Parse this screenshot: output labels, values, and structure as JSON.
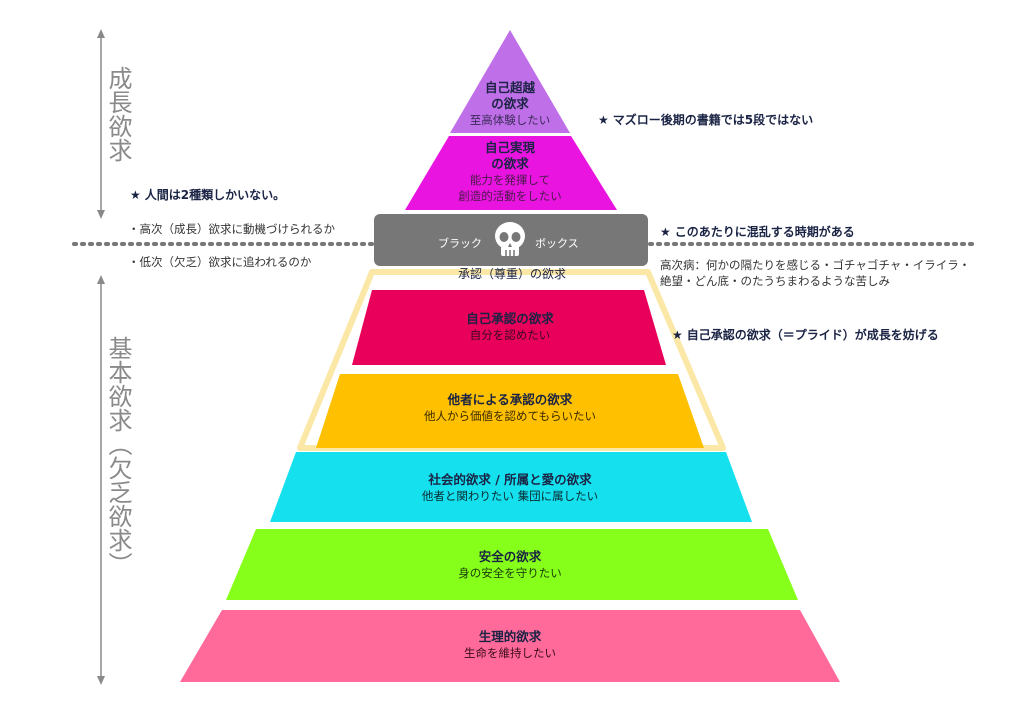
{
  "side_labels": {
    "growth": "成長欲求",
    "basic": "基本欲求（欠乏欲求）"
  },
  "levels": [
    {
      "id": "self-transcendence",
      "title": "自己超越",
      "title2": "の欲求",
      "desc": "至高体験したい",
      "desc2": "",
      "color": "#bf6fe8",
      "text_color": "#1a2344",
      "desc_color": "#3b2a5a"
    },
    {
      "id": "self-actualization",
      "title": "自己実現",
      "title2": "の欲求",
      "desc": "能力を発揮して",
      "desc2": "創造的活動をしたい",
      "color": "#ea14e0",
      "text_color": "#1a2344",
      "desc_color": "#4a1a4a"
    },
    {
      "id": "self-esteem",
      "title": "自己承認の欲求",
      "title2": "",
      "desc": "自分を認めたい",
      "desc2": "",
      "color": "#e8005a",
      "text_color": "#1a2344",
      "desc_color": "#3a0a1e"
    },
    {
      "id": "other-esteem",
      "title": "他者による承認の欲求",
      "title2": "",
      "desc": "他人から価値を認めてもらいたい",
      "desc2": "",
      "color": "#ffc000",
      "text_color": "#1a2344",
      "desc_color": "#3a2a00"
    },
    {
      "id": "social",
      "title": "社会的欲求 / 所属と愛の欲求",
      "title2": "",
      "desc": "他者と関わりたい 集団に属したい",
      "desc2": "",
      "color": "#15e0ee",
      "text_color": "#1a2344",
      "desc_color": "#0a2a30"
    },
    {
      "id": "safety",
      "title": "安全の欲求",
      "title2": "",
      "desc": "身の安全を守りたい",
      "desc2": "",
      "color": "#86ff1a",
      "text_color": "#1a2344",
      "desc_color": "#1a3a0a"
    },
    {
      "id": "physiological",
      "title": "生理的欲求",
      "title2": "",
      "desc": "生命を維持したい",
      "desc2": "",
      "color": "#ff6a9a",
      "text_color": "#1a2344",
      "desc_color": "#3a0a1a"
    }
  ],
  "esteem_group_label": "承認（尊重）の欲求",
  "black_box": {
    "left": "ブラック",
    "right": "ボックス",
    "icon": "skull-icon",
    "color": "#777777"
  },
  "notes": {
    "maslow_late": "マズロー後期の書籍では5段ではない",
    "two_types": "人間は2種類しかいない。",
    "higher": "・高次（成長）欲求に動機づけられるか",
    "lower": "・低次（欠乏）欲求に追われるのか",
    "confusion": "このあたりに混乱する時期がある",
    "disease_1": "高次病：何かの隔たりを感じる・ゴチャゴチャ・イライラ・",
    "disease_2": "絶望・どん底・のたうちまわるような苦しみ",
    "pride": "自己承認の欲求（＝プライド）が成長を妨げる",
    "star": "★"
  },
  "colors": {
    "accent_text": "#1a2344",
    "arrow": "#8a8a8a",
    "dotted_line": "#777777",
    "esteem_frame": "#fbe7a6"
  }
}
